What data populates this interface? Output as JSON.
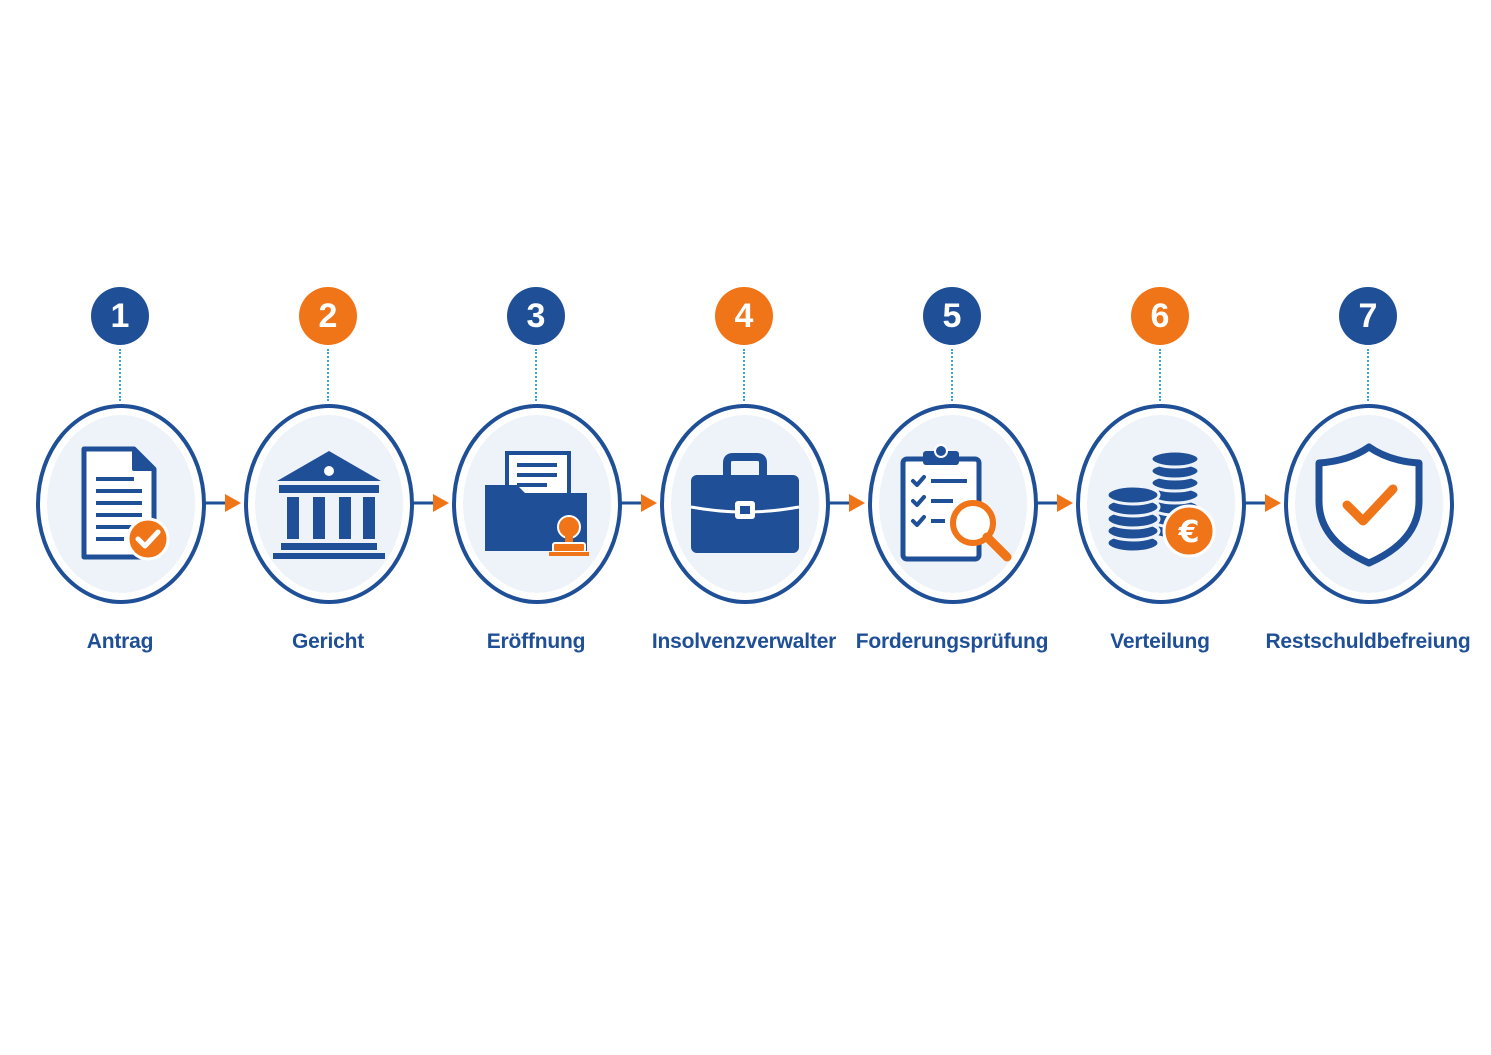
{
  "colors": {
    "navy": "#1f4f96",
    "orange": "#f07418",
    "connector": "#3aa6d6",
    "circle_fill": "#eef3fa"
  },
  "steps": [
    {
      "number": "1",
      "label": "Antrag",
      "badge_color": "navy",
      "icon": "document-check-icon"
    },
    {
      "number": "2",
      "label": "Gericht",
      "badge_color": "orange",
      "icon": "courthouse-icon"
    },
    {
      "number": "3",
      "label": "Eröffnung",
      "badge_color": "navy",
      "icon": "folder-stamp-icon"
    },
    {
      "number": "4",
      "label": "Insolvenzverwalter",
      "badge_color": "orange",
      "icon": "briefcase-icon"
    },
    {
      "number": "5",
      "label": "Forderungsprüfung",
      "badge_color": "navy",
      "icon": "clipboard-magnifier-icon"
    },
    {
      "number": "6",
      "label": "Verteilung",
      "badge_color": "orange",
      "icon": "coins-euro-icon"
    },
    {
      "number": "7",
      "label": "Restschuldbefreiung",
      "badge_color": "navy",
      "icon": "shield-check-icon"
    }
  ]
}
